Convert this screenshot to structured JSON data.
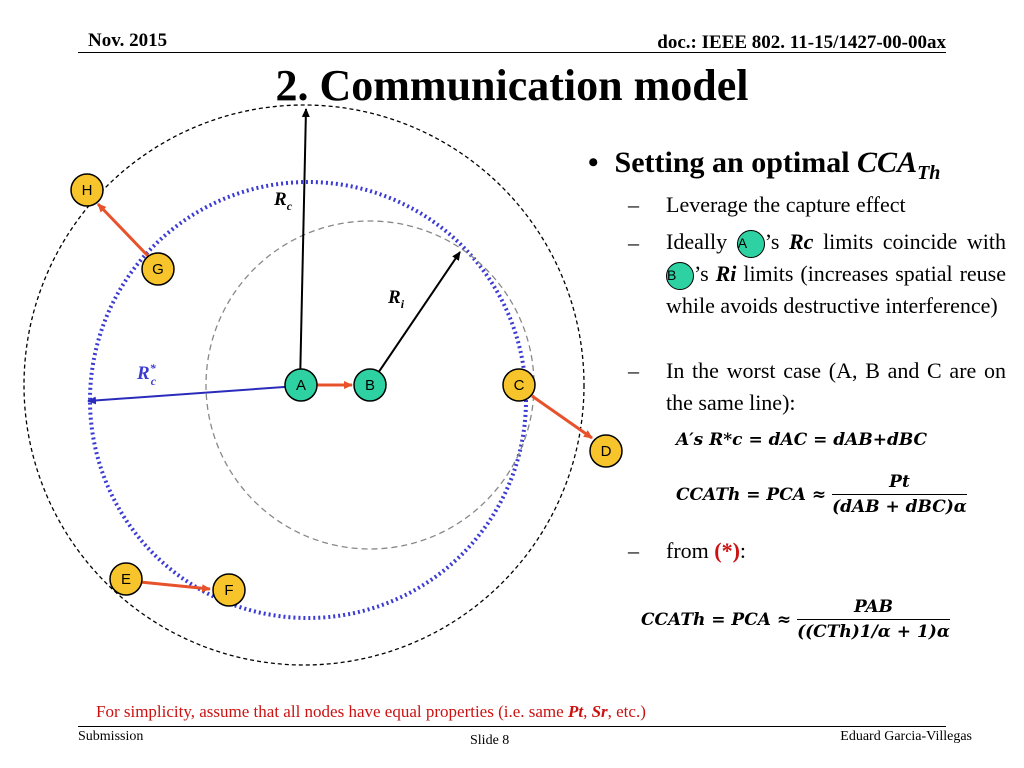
{
  "header": {
    "date": "Nov. 2015",
    "doc": "doc.: IEEE 802. 11-15/1427-00-00ax"
  },
  "title": "2. Communication model",
  "bullet": {
    "marker": "•",
    "text": "Setting an optimal ",
    "var": "CCA",
    "var_sub": "Th"
  },
  "items": [
    {
      "dash": "–",
      "text": "Leverage the capture effect"
    },
    {
      "dash": "–",
      "ideally": "Ideally",
      "node_a": "A",
      "rc_mid": "’s",
      "rc": "Rc",
      "rc_tail": "limits coincide",
      "with": "with",
      "node_b": "B",
      "ri_mid": "’s",
      "ri": "Ri",
      "ri_tail": "limits (increases spatial reuse while avoids destructive interference)"
    },
    {
      "dash": "–",
      "text": "In the worst case (A, B and C are on the same line):"
    },
    {
      "dash": "–",
      "from": "from ",
      "star": "(*)",
      "colon": ":"
    }
  ],
  "equations": {
    "eq1": "A′s R*c = dAC = dAB+dBC",
    "eq2_lhs": "CCATh = PCA ≈",
    "eq2_num": "Pt",
    "eq2_den": "(dAB + dBC)α",
    "eq3_lhs": "CCATh = PCA ≈",
    "eq3_num": "PAB",
    "eq3_den": "((CTh)1/α + 1)α"
  },
  "diagram": {
    "label_rc": "R",
    "label_rc_sub": "c",
    "label_ri": "R",
    "label_ri_sub": "i",
    "label_rstar": "R",
    "label_rstar_sup": "*",
    "label_rstar_sub": "c",
    "nodes": {
      "A": "A",
      "B": "B",
      "C": "C",
      "D": "D",
      "E": "E",
      "F": "F",
      "G": "G",
      "H": "H"
    },
    "colors": {
      "green": "#2ed2a2",
      "yellow": "#f7c52b",
      "arrow": "#e8522b",
      "blue_ring": "#3b3bd4"
    }
  },
  "footnote": {
    "pre": "For simplicity, assume that all nodes have equal properties (i.e. same ",
    "pt": "Pt",
    "sep": ", ",
    "sr": "Sr",
    "post": ", etc.)"
  },
  "footer": {
    "left": "Submission",
    "center": "Slide 8",
    "right": "Eduard Garcia-Villegas"
  }
}
